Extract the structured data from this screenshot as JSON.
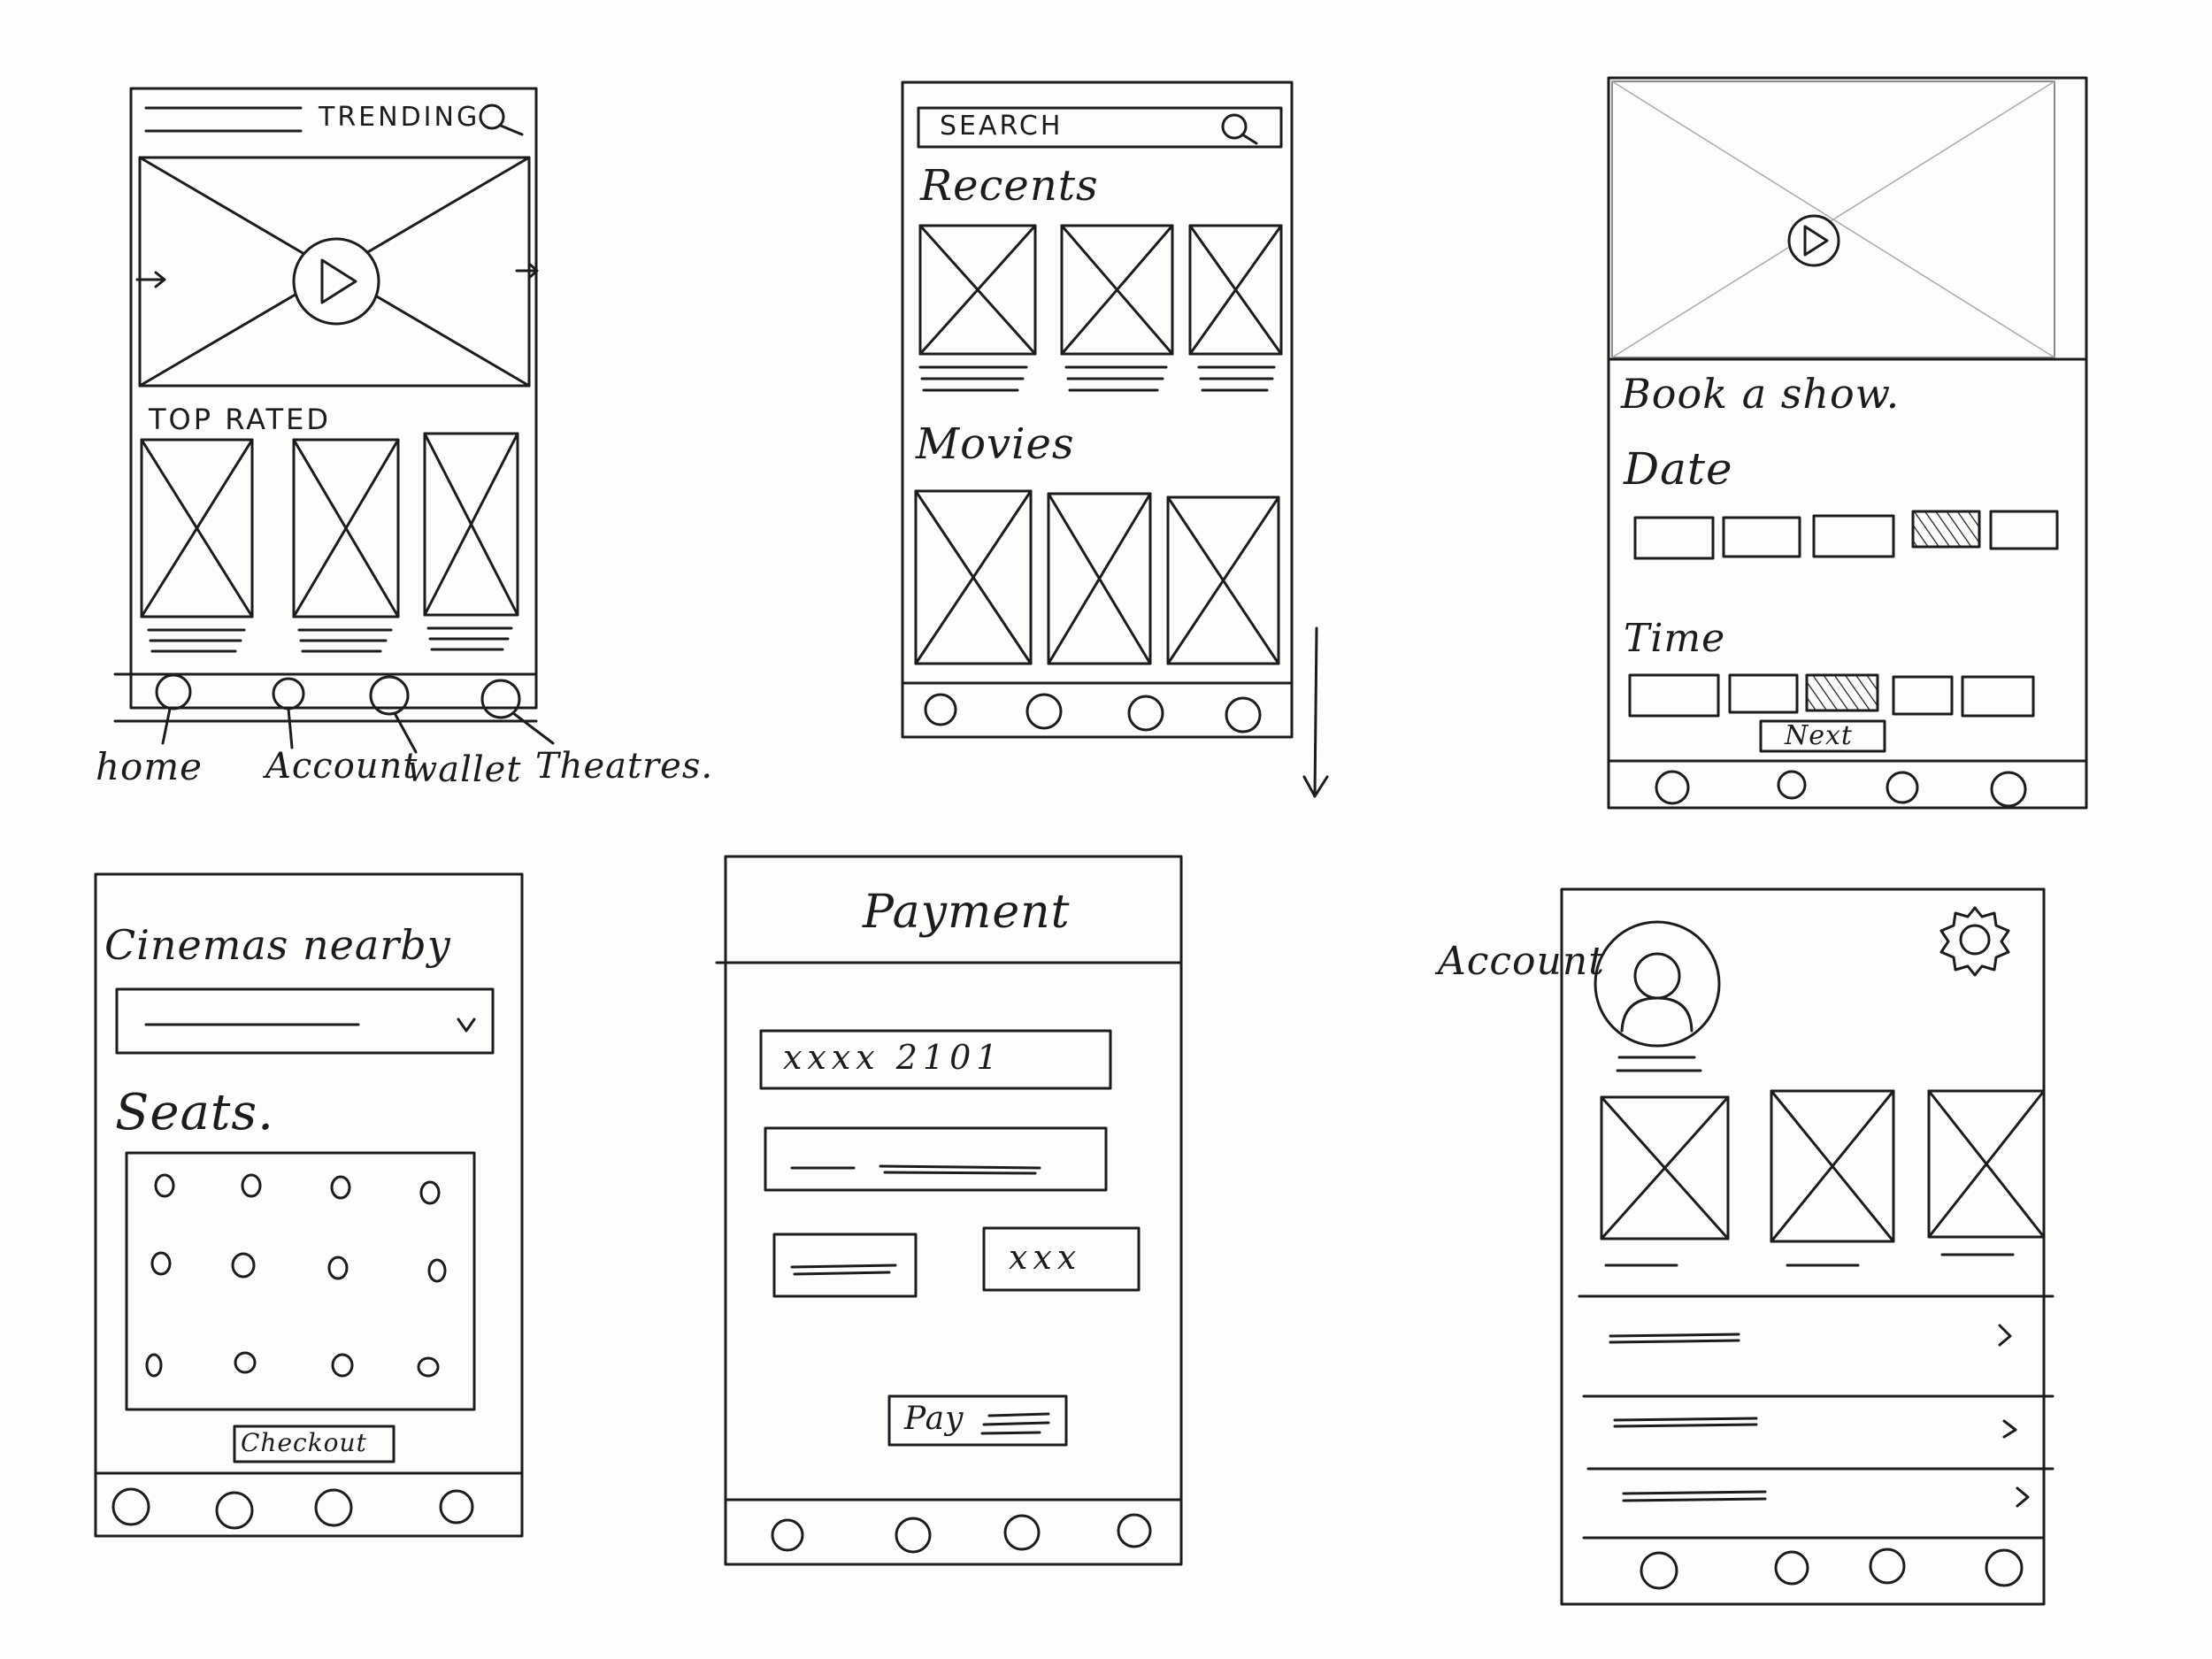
{
  "screens": {
    "home": {
      "header": "TRENDING",
      "section": "TOP RATED",
      "nav_labels": [
        "home",
        "Account",
        "wallet",
        "Theatres."
      ]
    },
    "search": {
      "placeholder": "SEARCH",
      "recents": "Recents",
      "movies": "Movies"
    },
    "booking": {
      "title": "Book a show.",
      "date_label": "Date",
      "time_label": "Time",
      "next_button": "Next"
    },
    "cinemas": {
      "title": "Cinemas nearby",
      "seats_label": "Seats.",
      "checkout_button": "Checkout"
    },
    "payment": {
      "title": "Payment",
      "card_number": "xxxx   2101",
      "cvv": "xxx",
      "pay_button": "Pay"
    },
    "account": {
      "side_label": "Account"
    }
  },
  "icons": [
    "search-icon",
    "play-icon",
    "chevron-down-icon",
    "gear-icon",
    "avatar-icon",
    "chevron-right-icon",
    "scroll-down-arrow-icon"
  ],
  "colors": {
    "ink": "#1c1c1c",
    "paper": "#fdfdfc",
    "faint": "#9a9a9a"
  }
}
